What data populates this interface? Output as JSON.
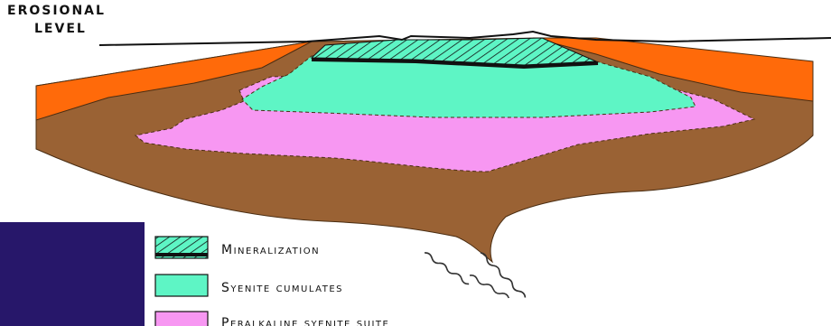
{
  "diagram": {
    "erosional_label_line1": "EROSIONAL",
    "erosional_label_line2": "LEVEL",
    "legend": [
      {
        "label": "Mineralization",
        "color": "#5ef5c5",
        "pattern": "hatch"
      },
      {
        "label": "Syenite cumulates",
        "color": "#5ef5c5"
      },
      {
        "label": "Peralkaline syenite suite",
        "color": "#f797f2"
      }
    ],
    "colors": {
      "host_rock": "#9a6234",
      "upper_unit": "#ff6a0a",
      "syenite_cumulates": "#5ef5c5",
      "peralkaline_syenite": "#f797f2",
      "dark_panel": "#27176a"
    }
  }
}
